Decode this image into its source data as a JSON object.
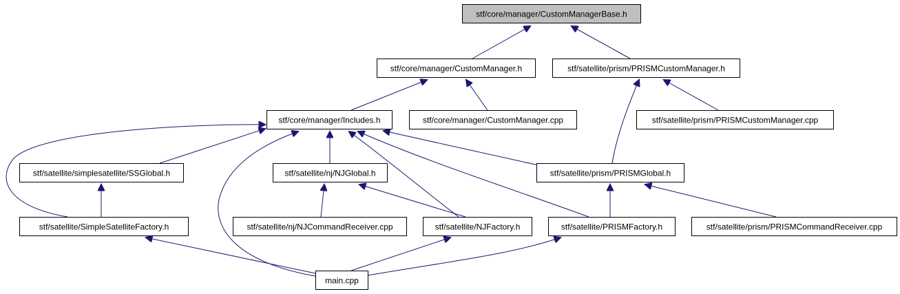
{
  "graph": {
    "nodes": [
      {
        "id": "n0",
        "label": "stf/core/manager/CustomManagerBase.h",
        "highlighted": true
      },
      {
        "id": "n1",
        "label": "stf/core/manager/CustomManager.h"
      },
      {
        "id": "n2",
        "label": "stf/satellite/prism/PRISMCustomManager.h"
      },
      {
        "id": "n3",
        "label": "stf/core/manager/Includes.h"
      },
      {
        "id": "n4",
        "label": "stf/core/manager/CustomManager.cpp"
      },
      {
        "id": "n5",
        "label": "stf/satellite/prism/PRISMCustomManager.cpp"
      },
      {
        "id": "n6",
        "label": "stf/satellite/simplesatellite/SSGlobal.h"
      },
      {
        "id": "n7",
        "label": "stf/satellite/nj/NJGlobal.h"
      },
      {
        "id": "n8",
        "label": "stf/satellite/prism/PRISMGlobal.h"
      },
      {
        "id": "n9",
        "label": "stf/satellite/SimpleSatelliteFactory.h"
      },
      {
        "id": "n10",
        "label": "stf/satellite/nj/NJCommandReceiver.cpp"
      },
      {
        "id": "n11",
        "label": "stf/satellite/NJFactory.h"
      },
      {
        "id": "n12",
        "label": "stf/satellite/PRISMFactory.h"
      },
      {
        "id": "n13",
        "label": "stf/satellite/prism/PRISMCommandReceiver.cpp"
      },
      {
        "id": "n14",
        "label": "main.cpp"
      }
    ],
    "edges": [
      {
        "from": "n1",
        "to": "n0"
      },
      {
        "from": "n2",
        "to": "n0"
      },
      {
        "from": "n3",
        "to": "n1"
      },
      {
        "from": "n4",
        "to": "n1"
      },
      {
        "from": "n8",
        "to": "n2"
      },
      {
        "from": "n5",
        "to": "n2"
      },
      {
        "from": "n6",
        "to": "n3"
      },
      {
        "from": "n7",
        "to": "n3"
      },
      {
        "from": "n8",
        "to": "n3"
      },
      {
        "from": "n9",
        "to": "n3"
      },
      {
        "from": "n11",
        "to": "n3"
      },
      {
        "from": "n12",
        "to": "n3"
      },
      {
        "from": "n14",
        "to": "n3"
      },
      {
        "from": "n9",
        "to": "n6"
      },
      {
        "from": "n10",
        "to": "n7"
      },
      {
        "from": "n11",
        "to": "n7"
      },
      {
        "from": "n12",
        "to": "n8"
      },
      {
        "from": "n13",
        "to": "n8"
      },
      {
        "from": "n14",
        "to": "n9"
      },
      {
        "from": "n14",
        "to": "n11"
      },
      {
        "from": "n14",
        "to": "n12"
      }
    ]
  },
  "colors": {
    "edge": "#191970",
    "node_border": "#000000",
    "node_fill": "#ffffff",
    "highlight_fill": "#bfbfbf",
    "text": "#000000"
  }
}
